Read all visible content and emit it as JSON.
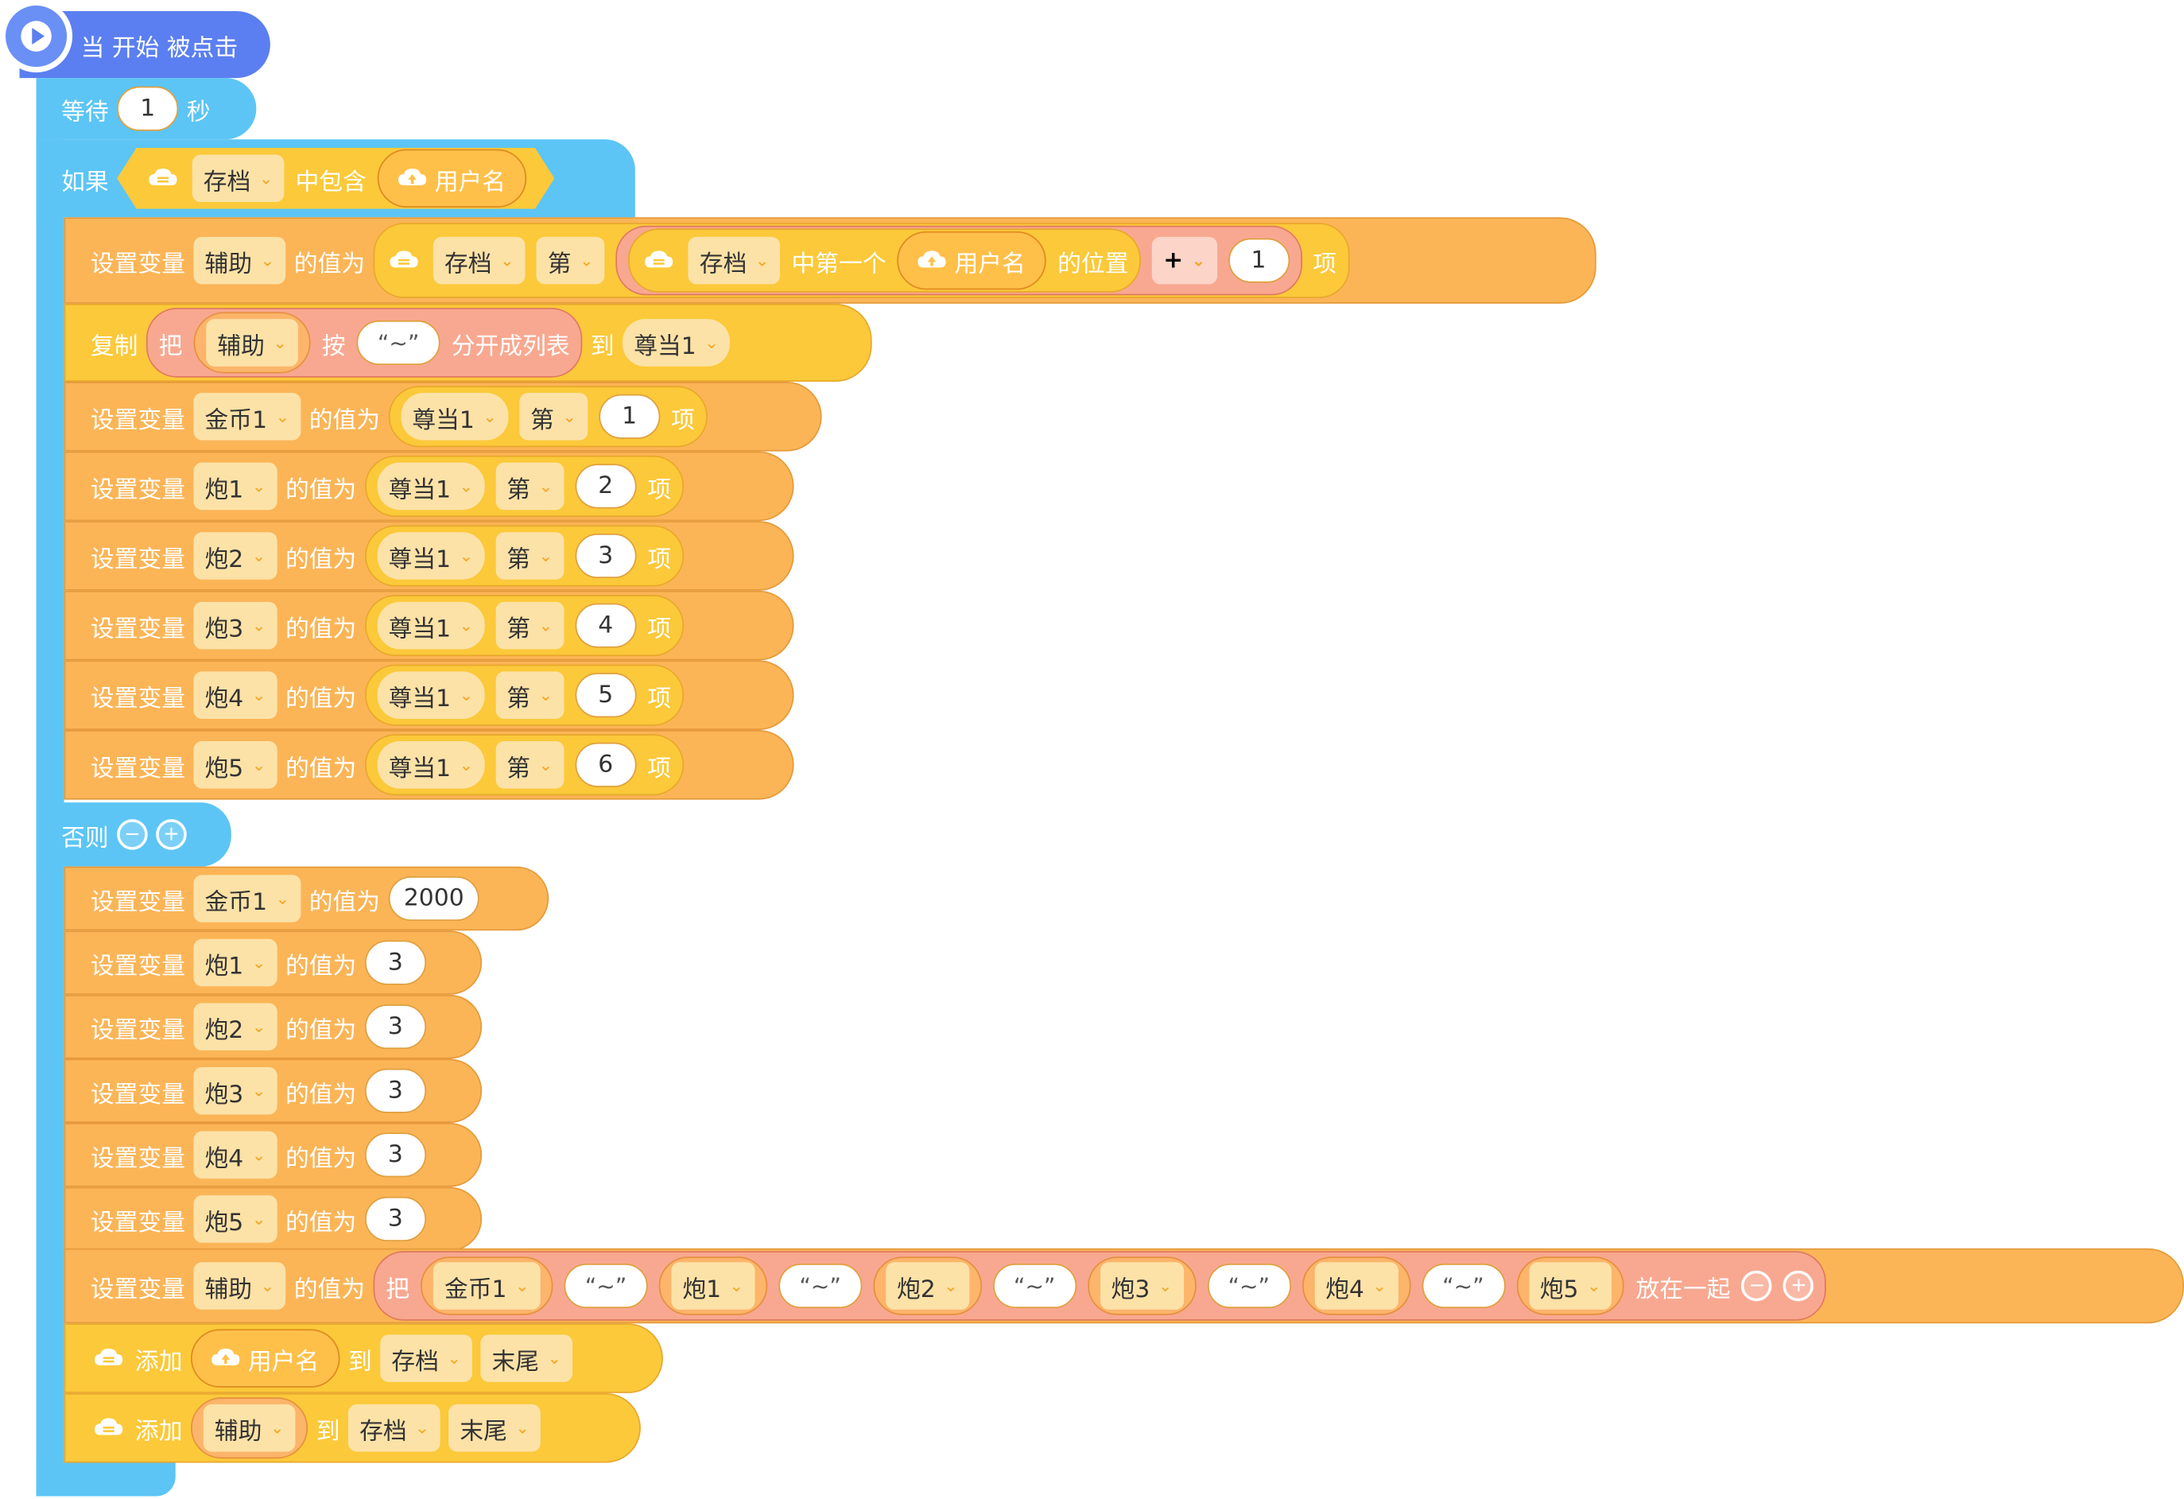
{
  "hat": {
    "label": "当 开始 被点击"
  },
  "wait": {
    "label": "等待",
    "value": "1",
    "unit": "秒"
  },
  "if": {
    "label": "如果",
    "list": "存档",
    "contains": "中包含",
    "user": "用户名"
  },
  "else": {
    "label": "否则"
  },
  "s1": {
    "set": "设置变量",
    "var": "辅助",
    "valueof": "的值为",
    "list": "存档",
    "nth": "第",
    "list2": "存档",
    "firstof": "中第一个",
    "user": "用户名",
    "pos": "的位置",
    "op": "+",
    "n": "1",
    "item": "项"
  },
  "copy": {
    "label": "复制",
    "ba": "把",
    "var": "辅助",
    "by": "按",
    "sep": "“~”",
    "split": "分开成列表",
    "to": "到",
    "target": "尊当1"
  },
  "rows_if": [
    {
      "set": "设置变量",
      "var": "金币1",
      "valueof": "的值为",
      "list": "尊当1",
      "nth": "第",
      "n": "1",
      "item": "项"
    },
    {
      "set": "设置变量",
      "var": "炮1",
      "valueof": "的值为",
      "list": "尊当1",
      "nth": "第",
      "n": "2",
      "item": "项"
    },
    {
      "set": "设置变量",
      "var": "炮2",
      "valueof": "的值为",
      "list": "尊当1",
      "nth": "第",
      "n": "3",
      "item": "项"
    },
    {
      "set": "设置变量",
      "var": "炮3",
      "valueof": "的值为",
      "list": "尊当1",
      "nth": "第",
      "n": "4",
      "item": "项"
    },
    {
      "set": "设置变量",
      "var": "炮4",
      "valueof": "的值为",
      "list": "尊当1",
      "nth": "第",
      "n": "5",
      "item": "项"
    },
    {
      "set": "设置变量",
      "var": "炮5",
      "valueof": "的值为",
      "list": "尊当1",
      "nth": "第",
      "n": "6",
      "item": "项"
    }
  ],
  "rows_else": [
    {
      "set": "设置变量",
      "var": "金币1",
      "valueof": "的值为",
      "v": "2000"
    },
    {
      "set": "设置变量",
      "var": "炮1",
      "valueof": "的值为",
      "v": "3"
    },
    {
      "set": "设置变量",
      "var": "炮2",
      "valueof": "的值为",
      "v": "3"
    },
    {
      "set": "设置变量",
      "var": "炮3",
      "valueof": "的值为",
      "v": "3"
    },
    {
      "set": "设置变量",
      "var": "炮4",
      "valueof": "的值为",
      "v": "3"
    },
    {
      "set": "设置变量",
      "var": "炮5",
      "valueof": "的值为",
      "v": "3"
    }
  ],
  "join": {
    "set": "设置变量",
    "var": "辅助",
    "valueof": "的值为",
    "ba": "把",
    "items": [
      "金币1",
      "“~”",
      "炮1",
      "“~”",
      "炮2",
      "“~”",
      "炮3",
      "“~”",
      "炮4",
      "“~”",
      "炮5"
    ],
    "together": "放在一起"
  },
  "add1": {
    "label": "添加",
    "user": "用户名",
    "to": "到",
    "list": "存档",
    "pos": "末尾"
  },
  "add2": {
    "label": "添加",
    "var": "辅助",
    "to": "到",
    "list": "存档",
    "pos": "末尾"
  },
  "colors": {
    "event": "#5b7ff0",
    "control": "#5cc5f5",
    "variable": "#fbb557",
    "list": "#fbc93a",
    "operator": "#f8a890"
  }
}
